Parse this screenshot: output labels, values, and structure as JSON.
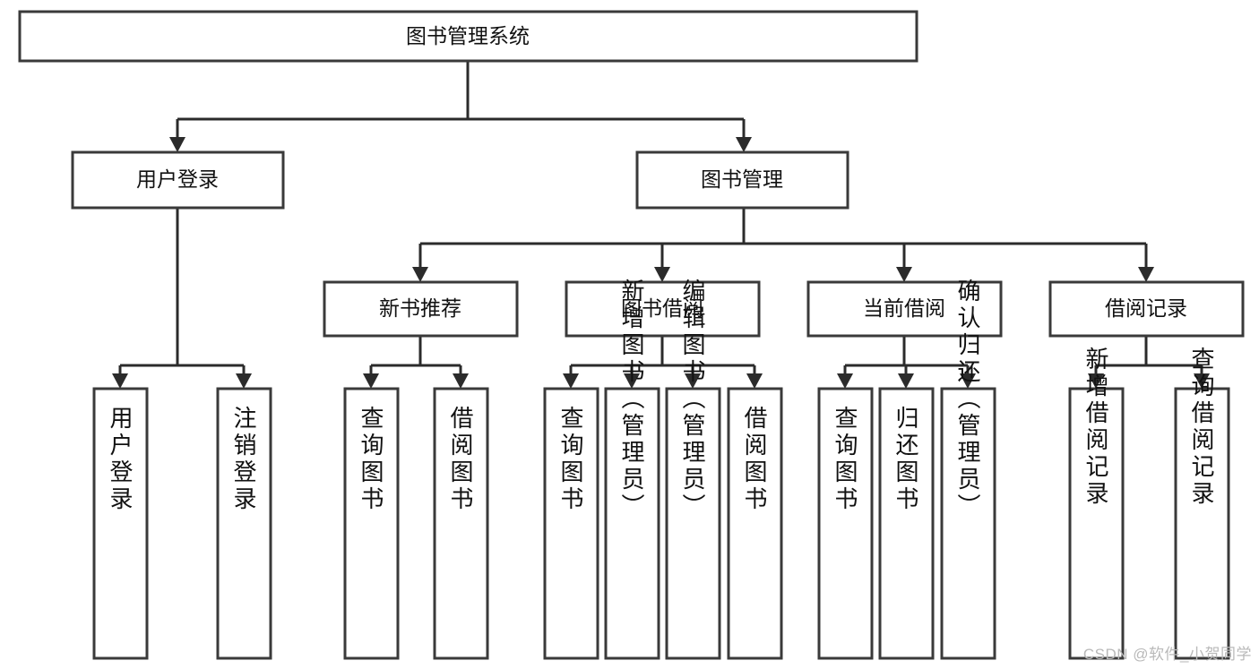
{
  "diagram": {
    "type": "tree",
    "title": "图书管理系统",
    "orientation": "top-down",
    "root": {
      "id": "root",
      "label": "图书管理系统"
    },
    "level2": [
      {
        "id": "user-login",
        "label": "用户登录"
      },
      {
        "id": "book-manage",
        "label": "图书管理"
      }
    ],
    "level3": [
      {
        "id": "new-book-rec",
        "label": "新书推荐",
        "parent": "book-manage"
      },
      {
        "id": "book-borrow",
        "label": "图书借阅",
        "parent": "book-manage"
      },
      {
        "id": "current-borrow",
        "label": "当前借阅",
        "parent": "book-manage"
      },
      {
        "id": "borrow-record",
        "label": "借阅记录",
        "parent": "book-manage"
      }
    ],
    "leaves": [
      {
        "id": "leaf-user-login",
        "label": "用户登录",
        "parent": "user-login"
      },
      {
        "id": "leaf-logout",
        "label": "注销登录",
        "parent": "user-login"
      },
      {
        "id": "leaf-query-book-1",
        "label": "查询图书",
        "parent": "new-book-rec"
      },
      {
        "id": "leaf-borrow-book-1",
        "label": "借阅图书",
        "parent": "new-book-rec"
      },
      {
        "id": "leaf-query-book-2",
        "label": "查询图书",
        "parent": "book-borrow"
      },
      {
        "id": "leaf-add-book",
        "label": "新增图书（管理员）",
        "parent": "book-borrow"
      },
      {
        "id": "leaf-edit-book",
        "label": "编辑图书（管理员）",
        "parent": "book-borrow"
      },
      {
        "id": "leaf-borrow-book-2",
        "label": "借阅图书",
        "parent": "book-borrow"
      },
      {
        "id": "leaf-query-book-3",
        "label": "查询图书",
        "parent": "current-borrow"
      },
      {
        "id": "leaf-return-book",
        "label": "归还图书",
        "parent": "current-borrow"
      },
      {
        "id": "leaf-confirm-return",
        "label": "确认归还（管理员）",
        "parent": "current-borrow"
      },
      {
        "id": "leaf-add-record",
        "label": "新增借阅记录",
        "parent": "borrow-record"
      },
      {
        "id": "leaf-query-record",
        "label": "查询借阅记录",
        "parent": "borrow-record"
      }
    ],
    "colors": {
      "box_stroke": "#3a3a3a",
      "box_fill": "#ffffff",
      "connector": "#2b2b2b",
      "text": "#111111",
      "background": "#ffffff",
      "watermark": "#b9b9b9"
    }
  },
  "watermark": {
    "text": "CSDN @软件_小贺同学"
  }
}
